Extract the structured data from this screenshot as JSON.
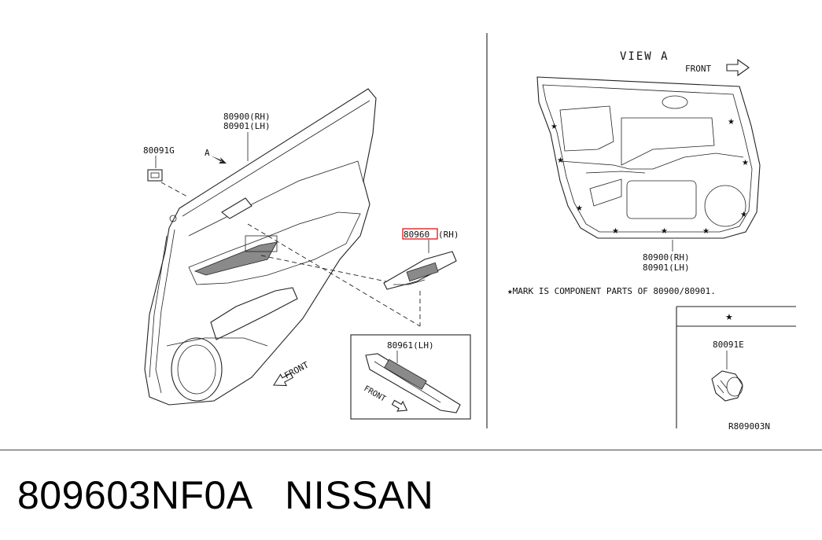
{
  "left": {
    "trim_label_rh": "80900(RH)",
    "trim_label_lh": "80901(LH)",
    "clip_label": "80091G",
    "view_arrow_label": "A",
    "front_label": "FRONT",
    "switch_rh_label_highlight": "80960",
    "switch_rh_label_suffix": "(RH)",
    "inset_lh_label": "80961(LH)",
    "inset_front_label": "FRONT"
  },
  "right": {
    "view_title": "VIEW A",
    "front_label": "FRONT",
    "trim_label_rh": "80900(RH)",
    "trim_label_lh": "80901(LH)",
    "mark_note": "★MARK IS COMPONENT PARTS OF 80900/80901.",
    "table_header_symbol": "★",
    "clip_label": "80091E",
    "diagram_code": "R809003N"
  },
  "footer": {
    "part_number": "809603NF0A",
    "brand": "NISSAN"
  },
  "colors": {
    "highlight": "#e00000",
    "ink": "#222222"
  }
}
